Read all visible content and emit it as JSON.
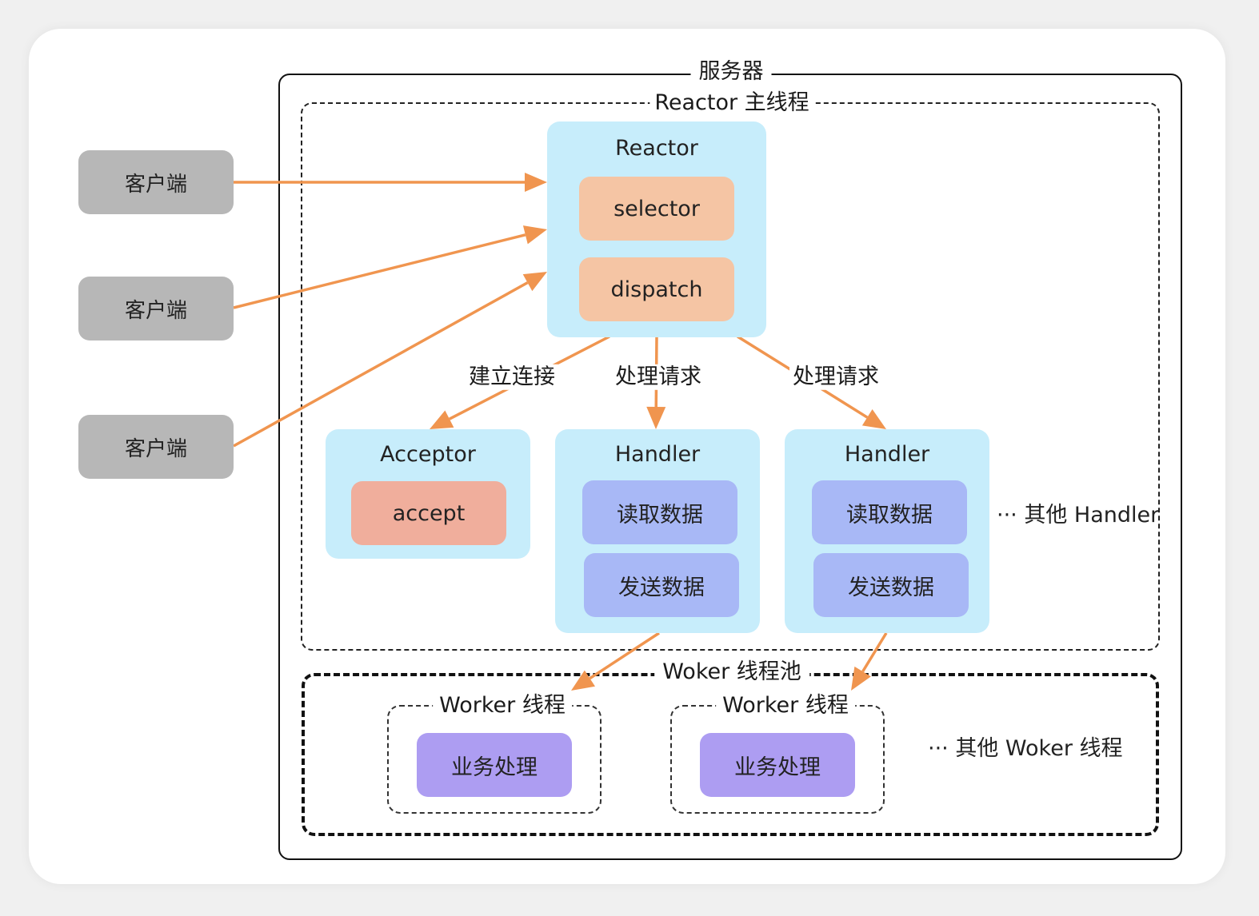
{
  "server": {
    "label": "服务器"
  },
  "reactor_thread": {
    "label": "Reactor 主线程"
  },
  "clients": [
    "客户端",
    "客户端",
    "客户端"
  ],
  "reactor": {
    "title": "Reactor",
    "selector": "selector",
    "dispatch": "dispatch"
  },
  "edges": {
    "connect": "建立连接",
    "handle1": "处理请求",
    "handle2": "处理请求"
  },
  "acceptor": {
    "title": "Acceptor",
    "accept": "accept"
  },
  "handlers": [
    {
      "title": "Handler",
      "read": "读取数据",
      "send": "发送数据"
    },
    {
      "title": "Handler",
      "read": "读取数据",
      "send": "发送数据"
    }
  ],
  "other_handler": "··· 其他 Handler",
  "pool": {
    "label": "Woker 线程池"
  },
  "workers": [
    {
      "title": "Worker 线程",
      "task": "业务处理"
    },
    {
      "title": "Worker 线程",
      "task": "业务处理"
    }
  ],
  "other_worker": "··· 其他 Woker 线程",
  "colors": {
    "arrow": "#f0954f",
    "client": "#b7b7b7",
    "container": "#c7edfb",
    "reactor_item": "#f5c5a4",
    "accept": "#f0ae9c",
    "handler_item": "#a8b8f6",
    "task": "#ad9df2"
  }
}
